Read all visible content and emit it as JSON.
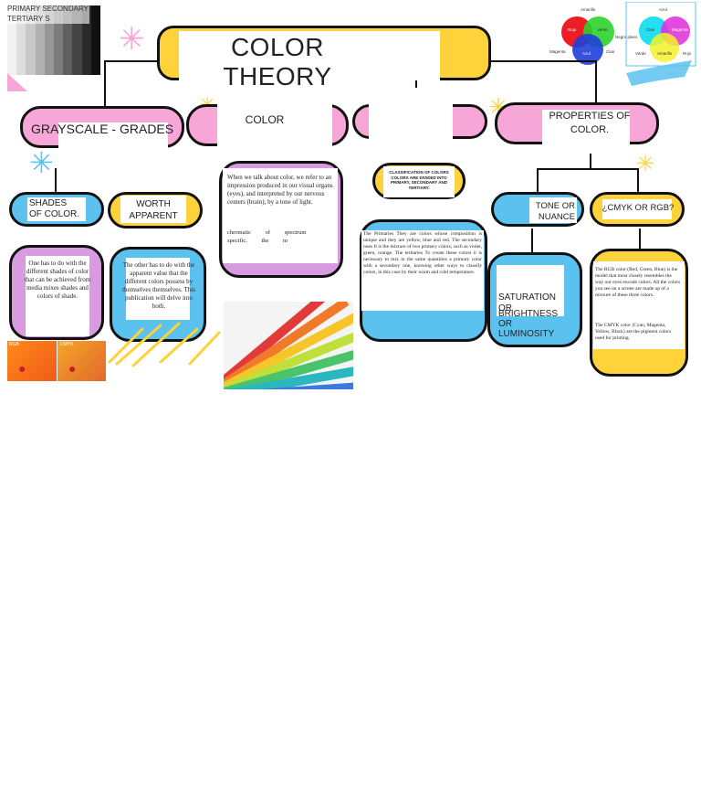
{
  "title": "COLOR THEORY",
  "corner_label": "PRIMARY SECONDARY TERTIARY S",
  "grayscale_label": "GRAYSCALE - GRADES",
  "color_label": "COLOR",
  "properties_label": "PROPERTIES OF COLOR.",
  "shades_label": "SHADES OF COLOR.",
  "worth_label": "WORTH APPARENT",
  "tone_label": "TONE OR NUANCE",
  "cmyk_label": "¿CMYK OR RGB?",
  "saturation_label": "SATURATION OR",
  "brightness_label": "BRIGHTNESS OR LUMINOSITY",
  "shades_text": "One has to do with the different shades of color that can be achieved from media mixes shades and colors of shade.",
  "worth_text": "The other has to do with the apparent value that the different colors possess by themselves themselves. This publication will delve into both.",
  "color_text": "When we talk about color, we refer to an impression produced in our visual organs (eyes), and interpreted by our nervous centers (brain), by a tone of light.",
  "color_text2": "chromatic of spectrum specific. the m",
  "classification_title": "CLASSIFICATION OF COLORS COLORS ARE DIVIDED INTO PRIMARY, SECONDARY AND TERTIARY.",
  "primaries_text": "The Primaries They are colors whose composition is unique and they are yellow, blue and red. The secondary ones It is the mixture of two primary colors, such as violet, green, orange. The tertiaries To create these colors it is necessary to mix in the same quantities a primary color with a secondary one, knowing other ways to classify colors, in this case by their warm and cold temperature.",
  "rgb_text": "The RGB color (Red, Green, Blue) is the model that most closely resembles the way our eyes encode colors. All the colors you see on a screen are made up of a mixture of these three colors.",
  "cmyk_text": "The CMYK color (Cyan, Magenta, Yellow, Black) are the pigment colors used for printing.",
  "wheel_labels": {
    "top_left": "Amarillo",
    "left_left": "Magenta",
    "left_bottom": "Azul",
    "left_right": "Cian",
    "left_mid": "Rojo",
    "left_green": "Verde",
    "middle": "Negro plano",
    "top_right": "Azul",
    "right_left": "Verde",
    "right_bottom": "Amarillo",
    "right_right": "Rojo",
    "right_cian": "Cian",
    "right_magenta": "Magenta"
  },
  "photo_labels": [
    "RGB",
    "CMYK"
  ],
  "colors": {
    "pink": "#f7a6d8",
    "yellow": "#fdd23a",
    "blue": "#5bc2f0",
    "purple": "#d99be0"
  }
}
